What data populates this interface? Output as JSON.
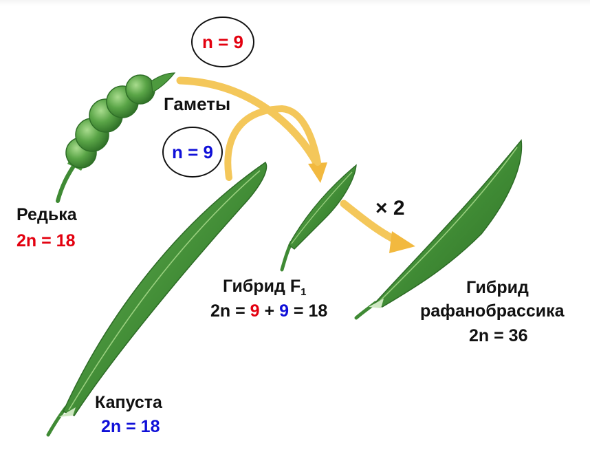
{
  "gametes": {
    "label": "Гаметы",
    "radish_circle": "n = 9",
    "cabbage_circle": "n = 9"
  },
  "radish": {
    "name": "Редька",
    "ploidy": "2n = 18"
  },
  "cabbage": {
    "name": "Капуста",
    "ploidy": "2n = 18"
  },
  "hybrid_f1": {
    "name": "Гибрид F",
    "subscript": "1",
    "prefix": "2n = ",
    "n1": "9",
    "plus": " + ",
    "n2": "9",
    "suffix": " = 18"
  },
  "doubling": {
    "label": "× 2"
  },
  "raphanobrassica": {
    "line1": "Гибрид",
    "line2": "рафанобрассика",
    "ploidy": "2n = 36"
  },
  "colors": {
    "radish": "#e3000f",
    "cabbage": "#1010d8",
    "pod_green": "#4d9a3e",
    "arrow_yellow": "#f4c75a"
  }
}
